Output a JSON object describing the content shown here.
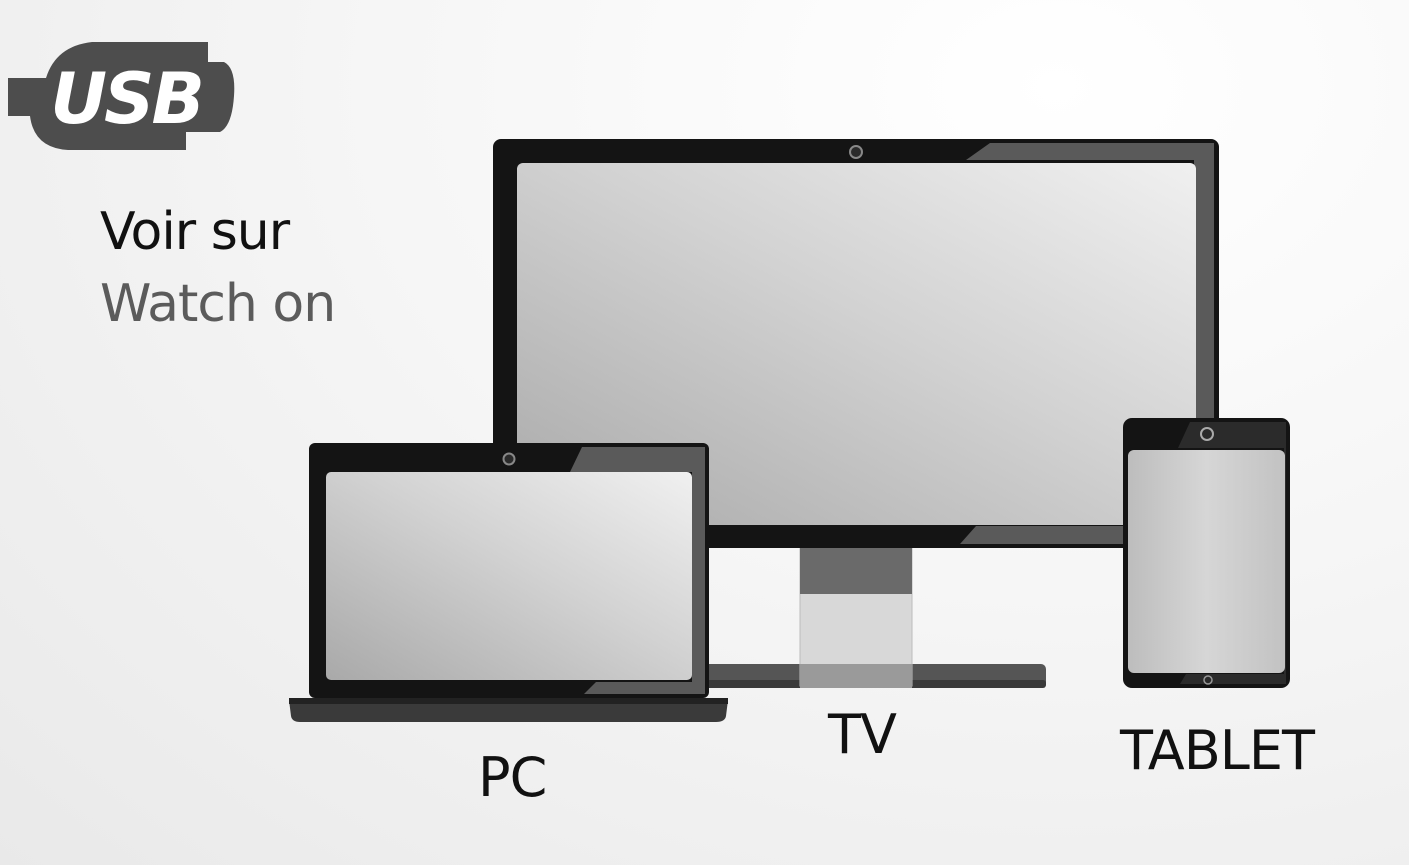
{
  "logo": {
    "text": "USB",
    "icon": "usb-drive-logo"
  },
  "heading": {
    "line1": "Voir sur",
    "line2": "Watch on"
  },
  "devices": [
    {
      "id": "pc",
      "label": "PC",
      "icon": "laptop-icon"
    },
    {
      "id": "tv",
      "label": "TV",
      "icon": "monitor-icon"
    },
    {
      "id": "tablet",
      "label": "TABLET",
      "icon": "tablet-icon"
    }
  ],
  "colors": {
    "body": "#141414",
    "trim": "#555555",
    "accent": "#777777",
    "screen_light": "#eeeeee",
    "screen_dark": "#b3b3b3"
  }
}
